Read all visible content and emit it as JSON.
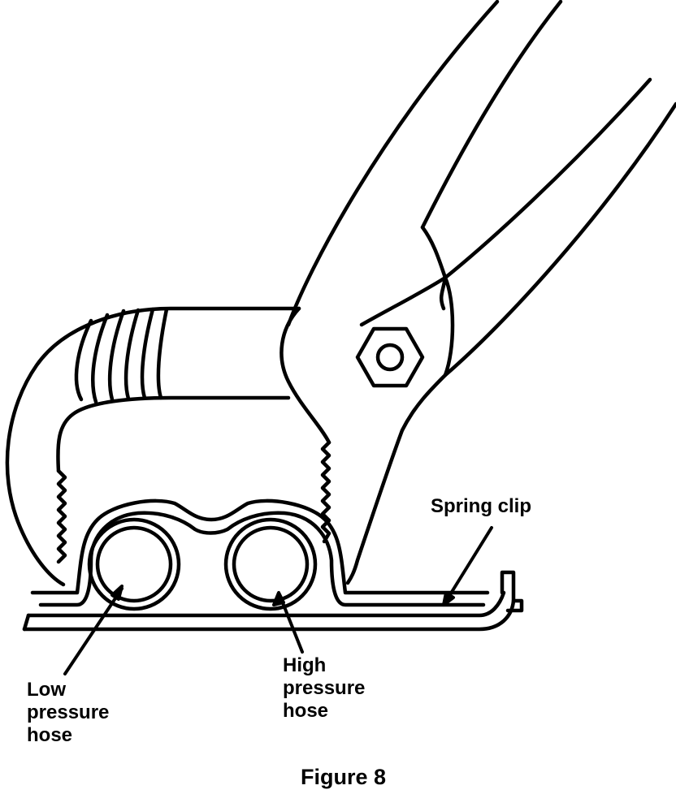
{
  "labels": {
    "spring_clip": "Spring clip",
    "low_pressure_hose": [
      "Low",
      "pressure",
      "hose"
    ],
    "high_pressure_hose": [
      "High",
      "pressure",
      "hose"
    ]
  },
  "caption": "Figure 8",
  "colors": {
    "line": "#000000",
    "background": "#ffffff"
  }
}
